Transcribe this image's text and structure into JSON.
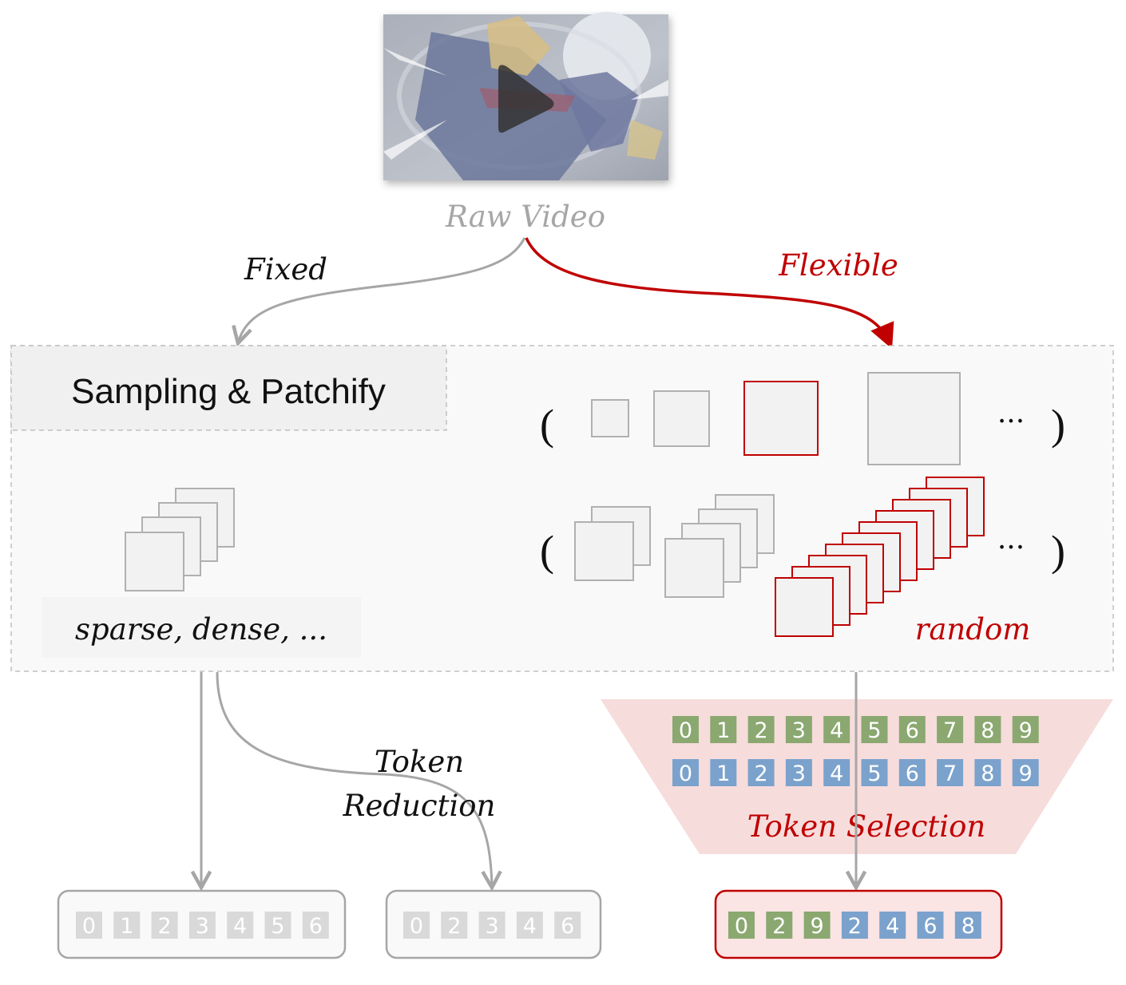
{
  "video": {
    "caption": "Raw Video"
  },
  "paths": {
    "fixed_label": "Fixed",
    "flexible_label": "Flexible"
  },
  "panel": {
    "title": "Sampling & Patchify",
    "fixed_caption": "sparse, dense, ...",
    "random_caption": "random",
    "open_paren": "(",
    "close_paren": ")",
    "ellipsis": "···"
  },
  "token_reduction": {
    "label_line1": "Token",
    "label_line2": "Reduction"
  },
  "token_selection": {
    "label": "Token Selection",
    "green_row": [
      "0",
      "1",
      "2",
      "3",
      "4",
      "5",
      "6",
      "7",
      "8",
      "9"
    ],
    "blue_row": [
      "0",
      "1",
      "2",
      "3",
      "4",
      "5",
      "6",
      "7",
      "8",
      "9"
    ]
  },
  "outputs": {
    "full_tokens": [
      "0",
      "1",
      "2",
      "3",
      "4",
      "5",
      "6"
    ],
    "reduced_tokens": [
      "0",
      "2",
      "3",
      "4",
      "6"
    ],
    "selected_green": [
      "0",
      "2",
      "9"
    ],
    "selected_blue": [
      "2",
      "4",
      "6",
      "8"
    ]
  },
  "colors": {
    "red": "#c00000",
    "gray": "#a6a6a6",
    "green": "#8aa870",
    "blue": "#7ba2cc",
    "token_gray": "#d9d9d9",
    "panel_fill": "#f9f9f9",
    "selection_fill": "#f7dcdc"
  }
}
